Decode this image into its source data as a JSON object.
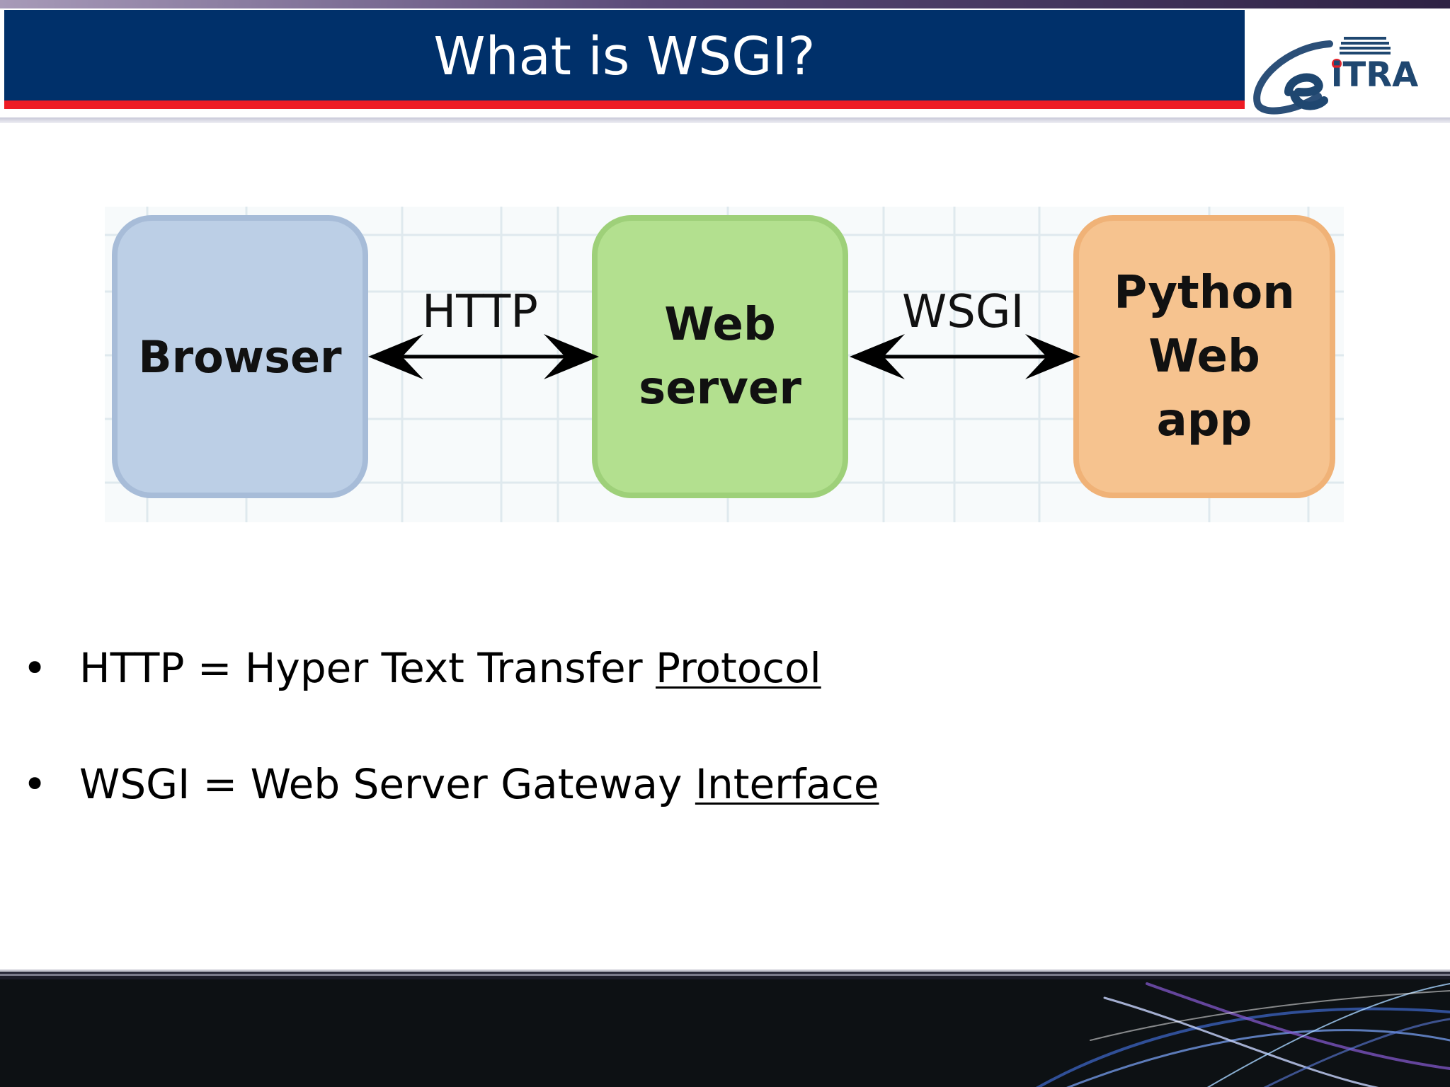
{
  "slide": {
    "title": "What is WSGI?",
    "logo_text": "eiTRA"
  },
  "diagram": {
    "nodes": [
      {
        "label": "Browser",
        "color": "#bccfe6"
      },
      {
        "label": "Web\nserver",
        "color": "#b3e08f"
      },
      {
        "label": "Python\nWeb\napp",
        "color": "#f6c38f"
      }
    ],
    "edges": [
      {
        "label": "HTTP"
      },
      {
        "label": "WSGI"
      }
    ]
  },
  "bullets": [
    {
      "text": "HTTP =  Hyper Text Transfer ",
      "underlined": "Protocol"
    },
    {
      "text": "WSGI = Web Server Gateway ",
      "underlined": "Interface"
    }
  ],
  "colors": {
    "title_bar": "#00306a",
    "title_accent": "#ee1c25",
    "footer": "#0d1114"
  }
}
